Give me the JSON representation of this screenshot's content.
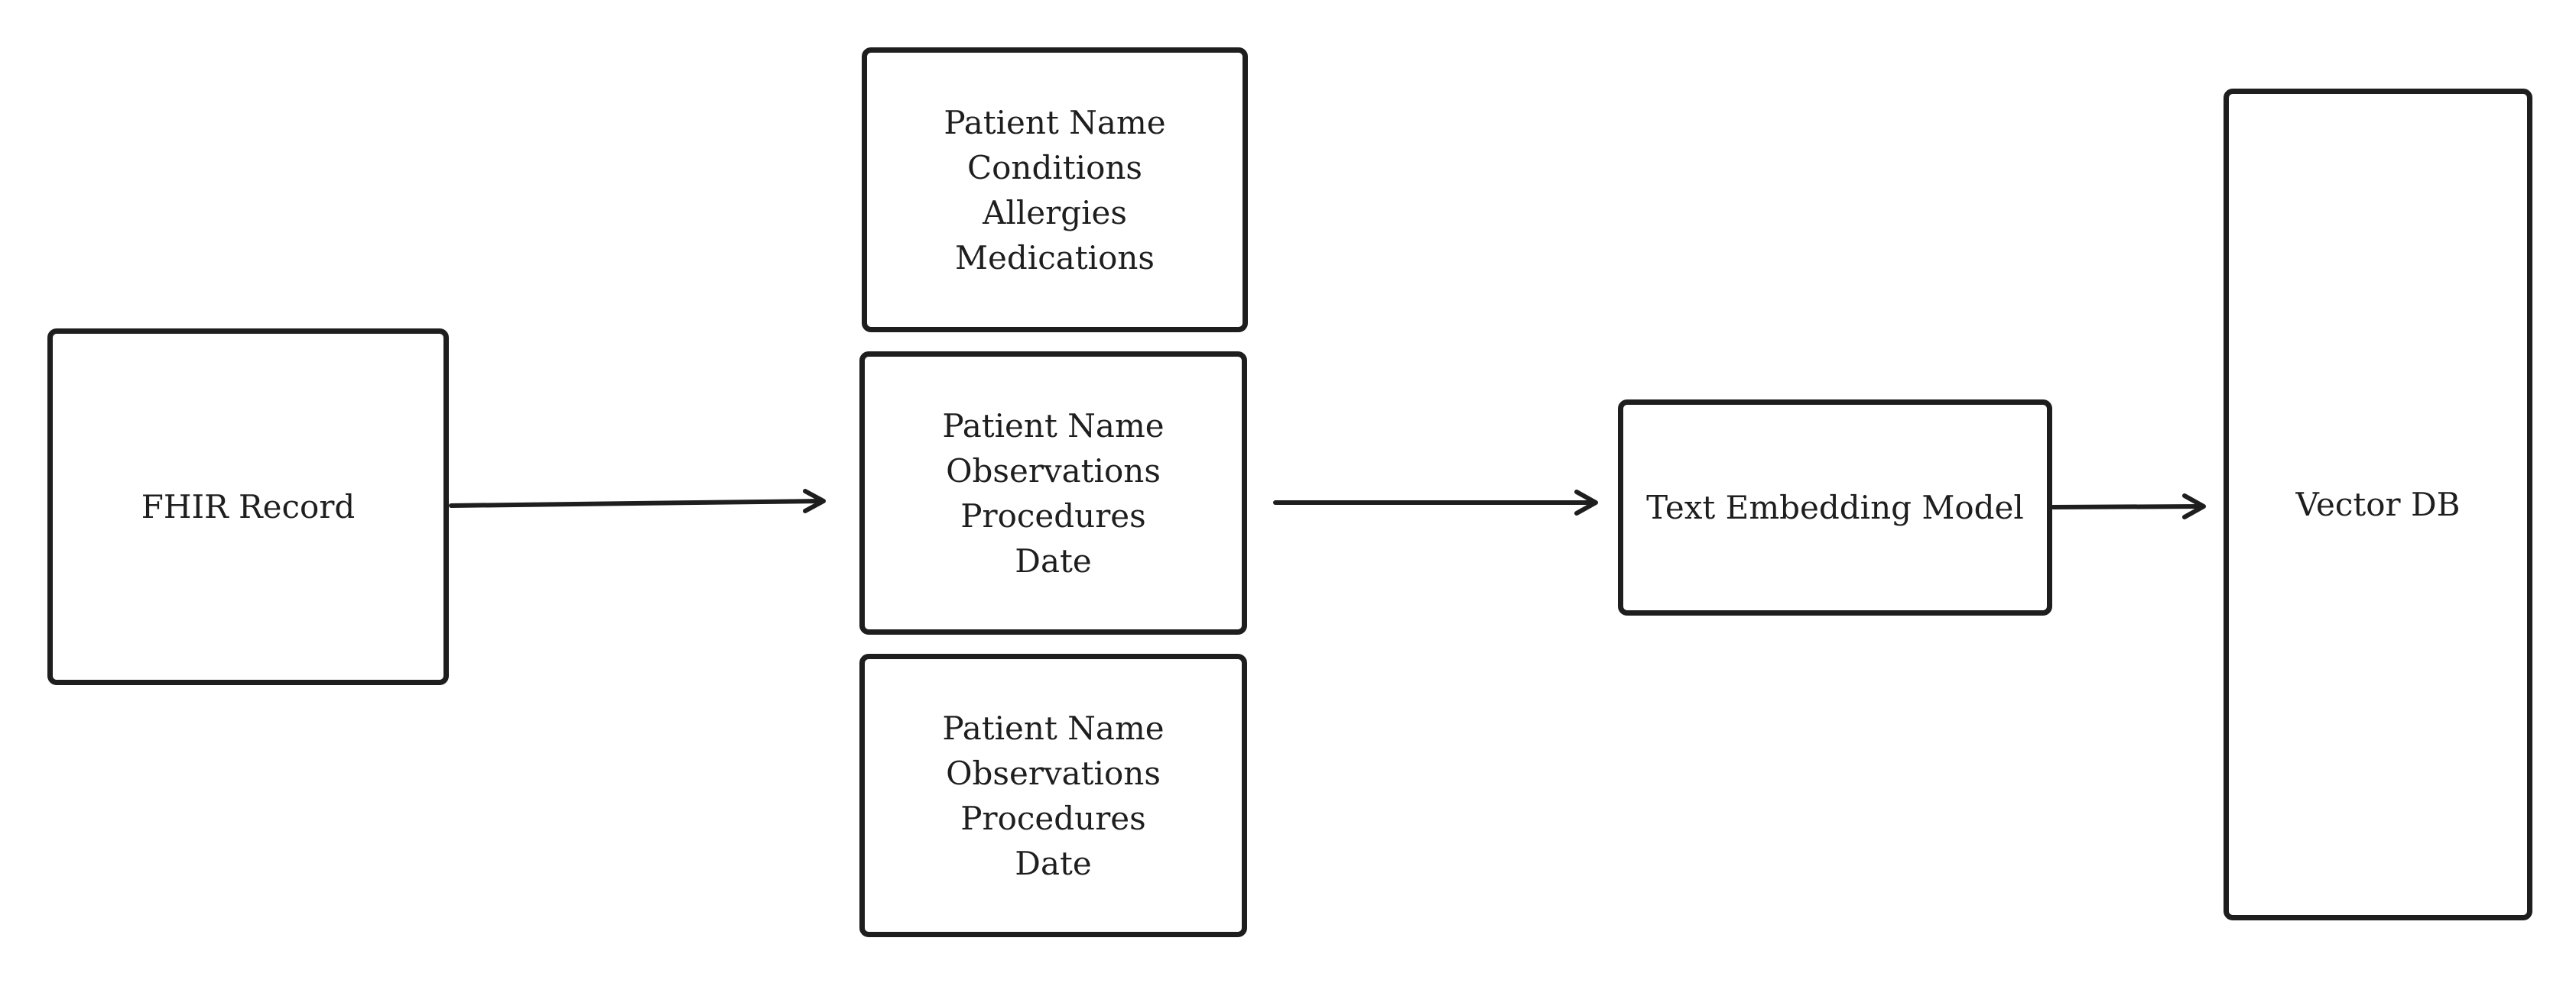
{
  "nodes": {
    "fhir_record": {
      "label": "FHIR Record"
    },
    "chunk_1": {
      "lines": [
        "Patient Name",
        "Conditions",
        "Allergies",
        "Medications"
      ]
    },
    "chunk_2": {
      "lines": [
        "Patient Name",
        "Observations",
        "Procedures",
        "Date"
      ]
    },
    "chunk_3": {
      "lines": [
        "Patient Name",
        "Observations",
        "Procedures",
        "Date"
      ]
    },
    "embedding_model": {
      "label": "Text Embedding Model"
    },
    "vector_db": {
      "label": "Vector DB"
    }
  },
  "edges": [
    {
      "from": "fhir_record",
      "to": "chunks"
    },
    {
      "from": "chunks",
      "to": "embedding_model"
    },
    {
      "from": "embedding_model",
      "to": "vector_db"
    }
  ],
  "colors": {
    "stroke": "#1e1e1e",
    "background": "#ffffff"
  }
}
